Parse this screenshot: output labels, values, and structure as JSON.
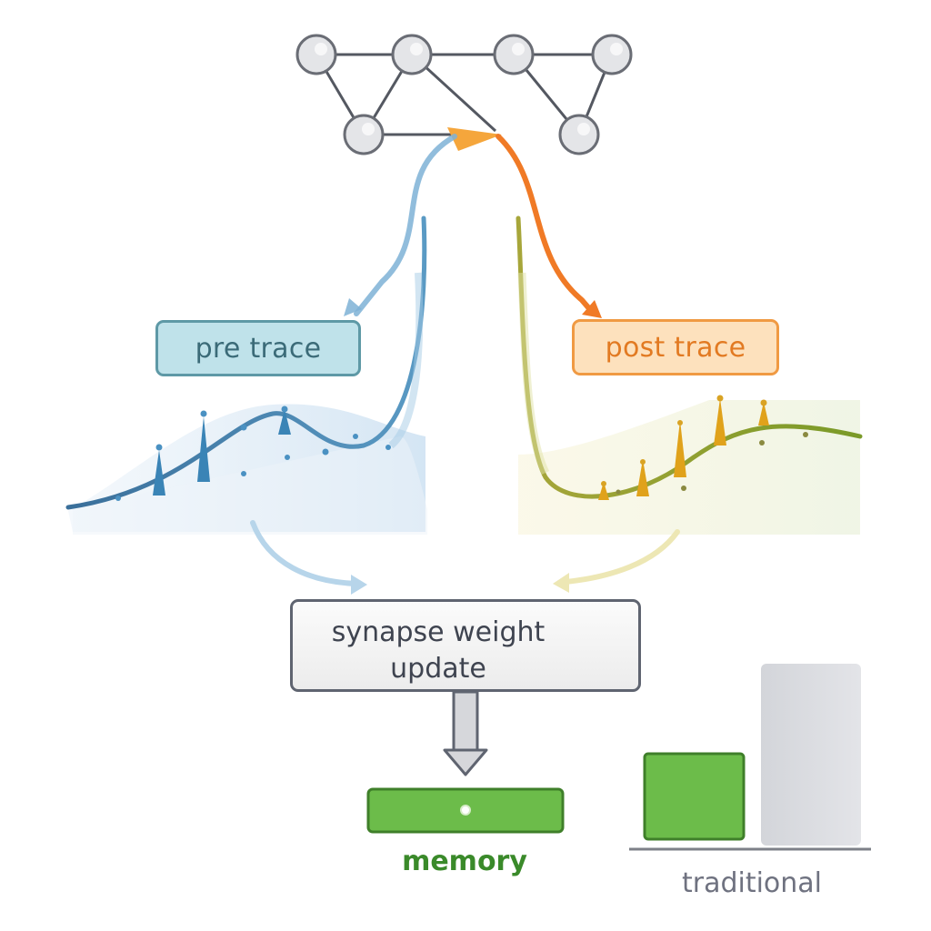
{
  "labels": {
    "pre_trace": "pre trace",
    "post_trace": "post trace",
    "update": "synapse weight\nupdate",
    "memory": "memory",
    "traditional": "traditional"
  },
  "colors": {
    "pre_trace": "#4a87b0",
    "post_trace": "#f07a26",
    "post_trace_curve": "#8c9a2a",
    "spike_pre": "#3a84b6",
    "spike_post": "#e0a21b",
    "memory_fill": "#6cbc4a",
    "traditional_fill": "#d7d9de",
    "node_fill": "#e4e5e8",
    "node_stroke": "#6a6d75",
    "edge": "#545861"
  },
  "icons": {
    "network": "neural-network-icon",
    "gears": "gear-icon",
    "memory_indicator": "dot-icon"
  }
}
